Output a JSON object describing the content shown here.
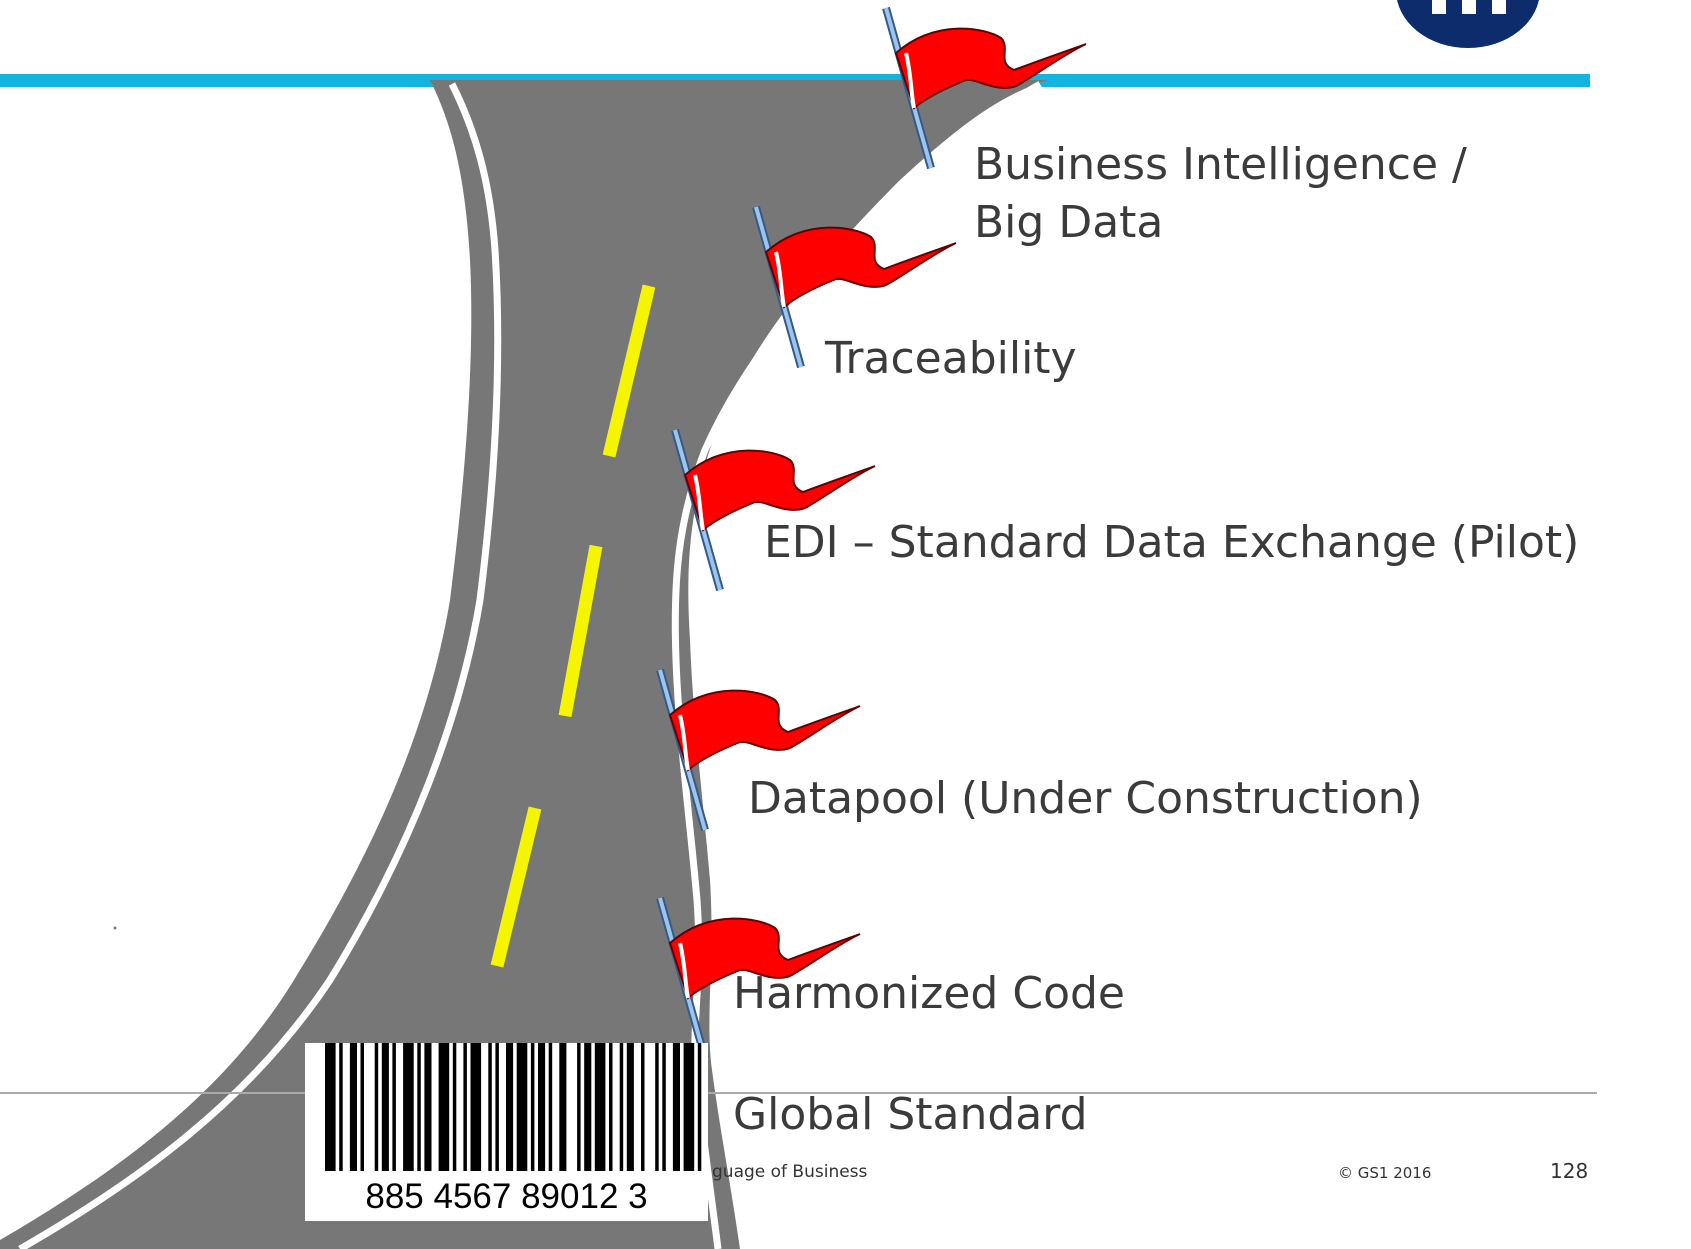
{
  "milestones": [
    {
      "id": "business-intelligence",
      "lines": [
        "Business Intelligence /",
        "Big Data"
      ]
    },
    {
      "id": "traceability",
      "lines": [
        "Traceability"
      ]
    },
    {
      "id": "edi",
      "lines": [
        "EDI – Standard Data Exchange (Pilot)"
      ]
    },
    {
      "id": "datapool",
      "lines": [
        "Datapool (Under Construction)"
      ]
    },
    {
      "id": "harmonized-code",
      "lines": [
        "Harmonized Code"
      ]
    },
    {
      "id": "global-standard",
      "lines": [
        "Global Standard"
      ]
    }
  ],
  "barcode": {
    "digits": "885 4567 89012 3"
  },
  "footer": {
    "tagline_fragment": "guage of Business",
    "copyright": "© GS1 2016",
    "page_number": "128"
  },
  "colors": {
    "accent_line": "#14b4e0",
    "road": "#777777",
    "center_line": "#f5f500",
    "flag": "#ff0000",
    "logo": "#0c2c6c"
  }
}
